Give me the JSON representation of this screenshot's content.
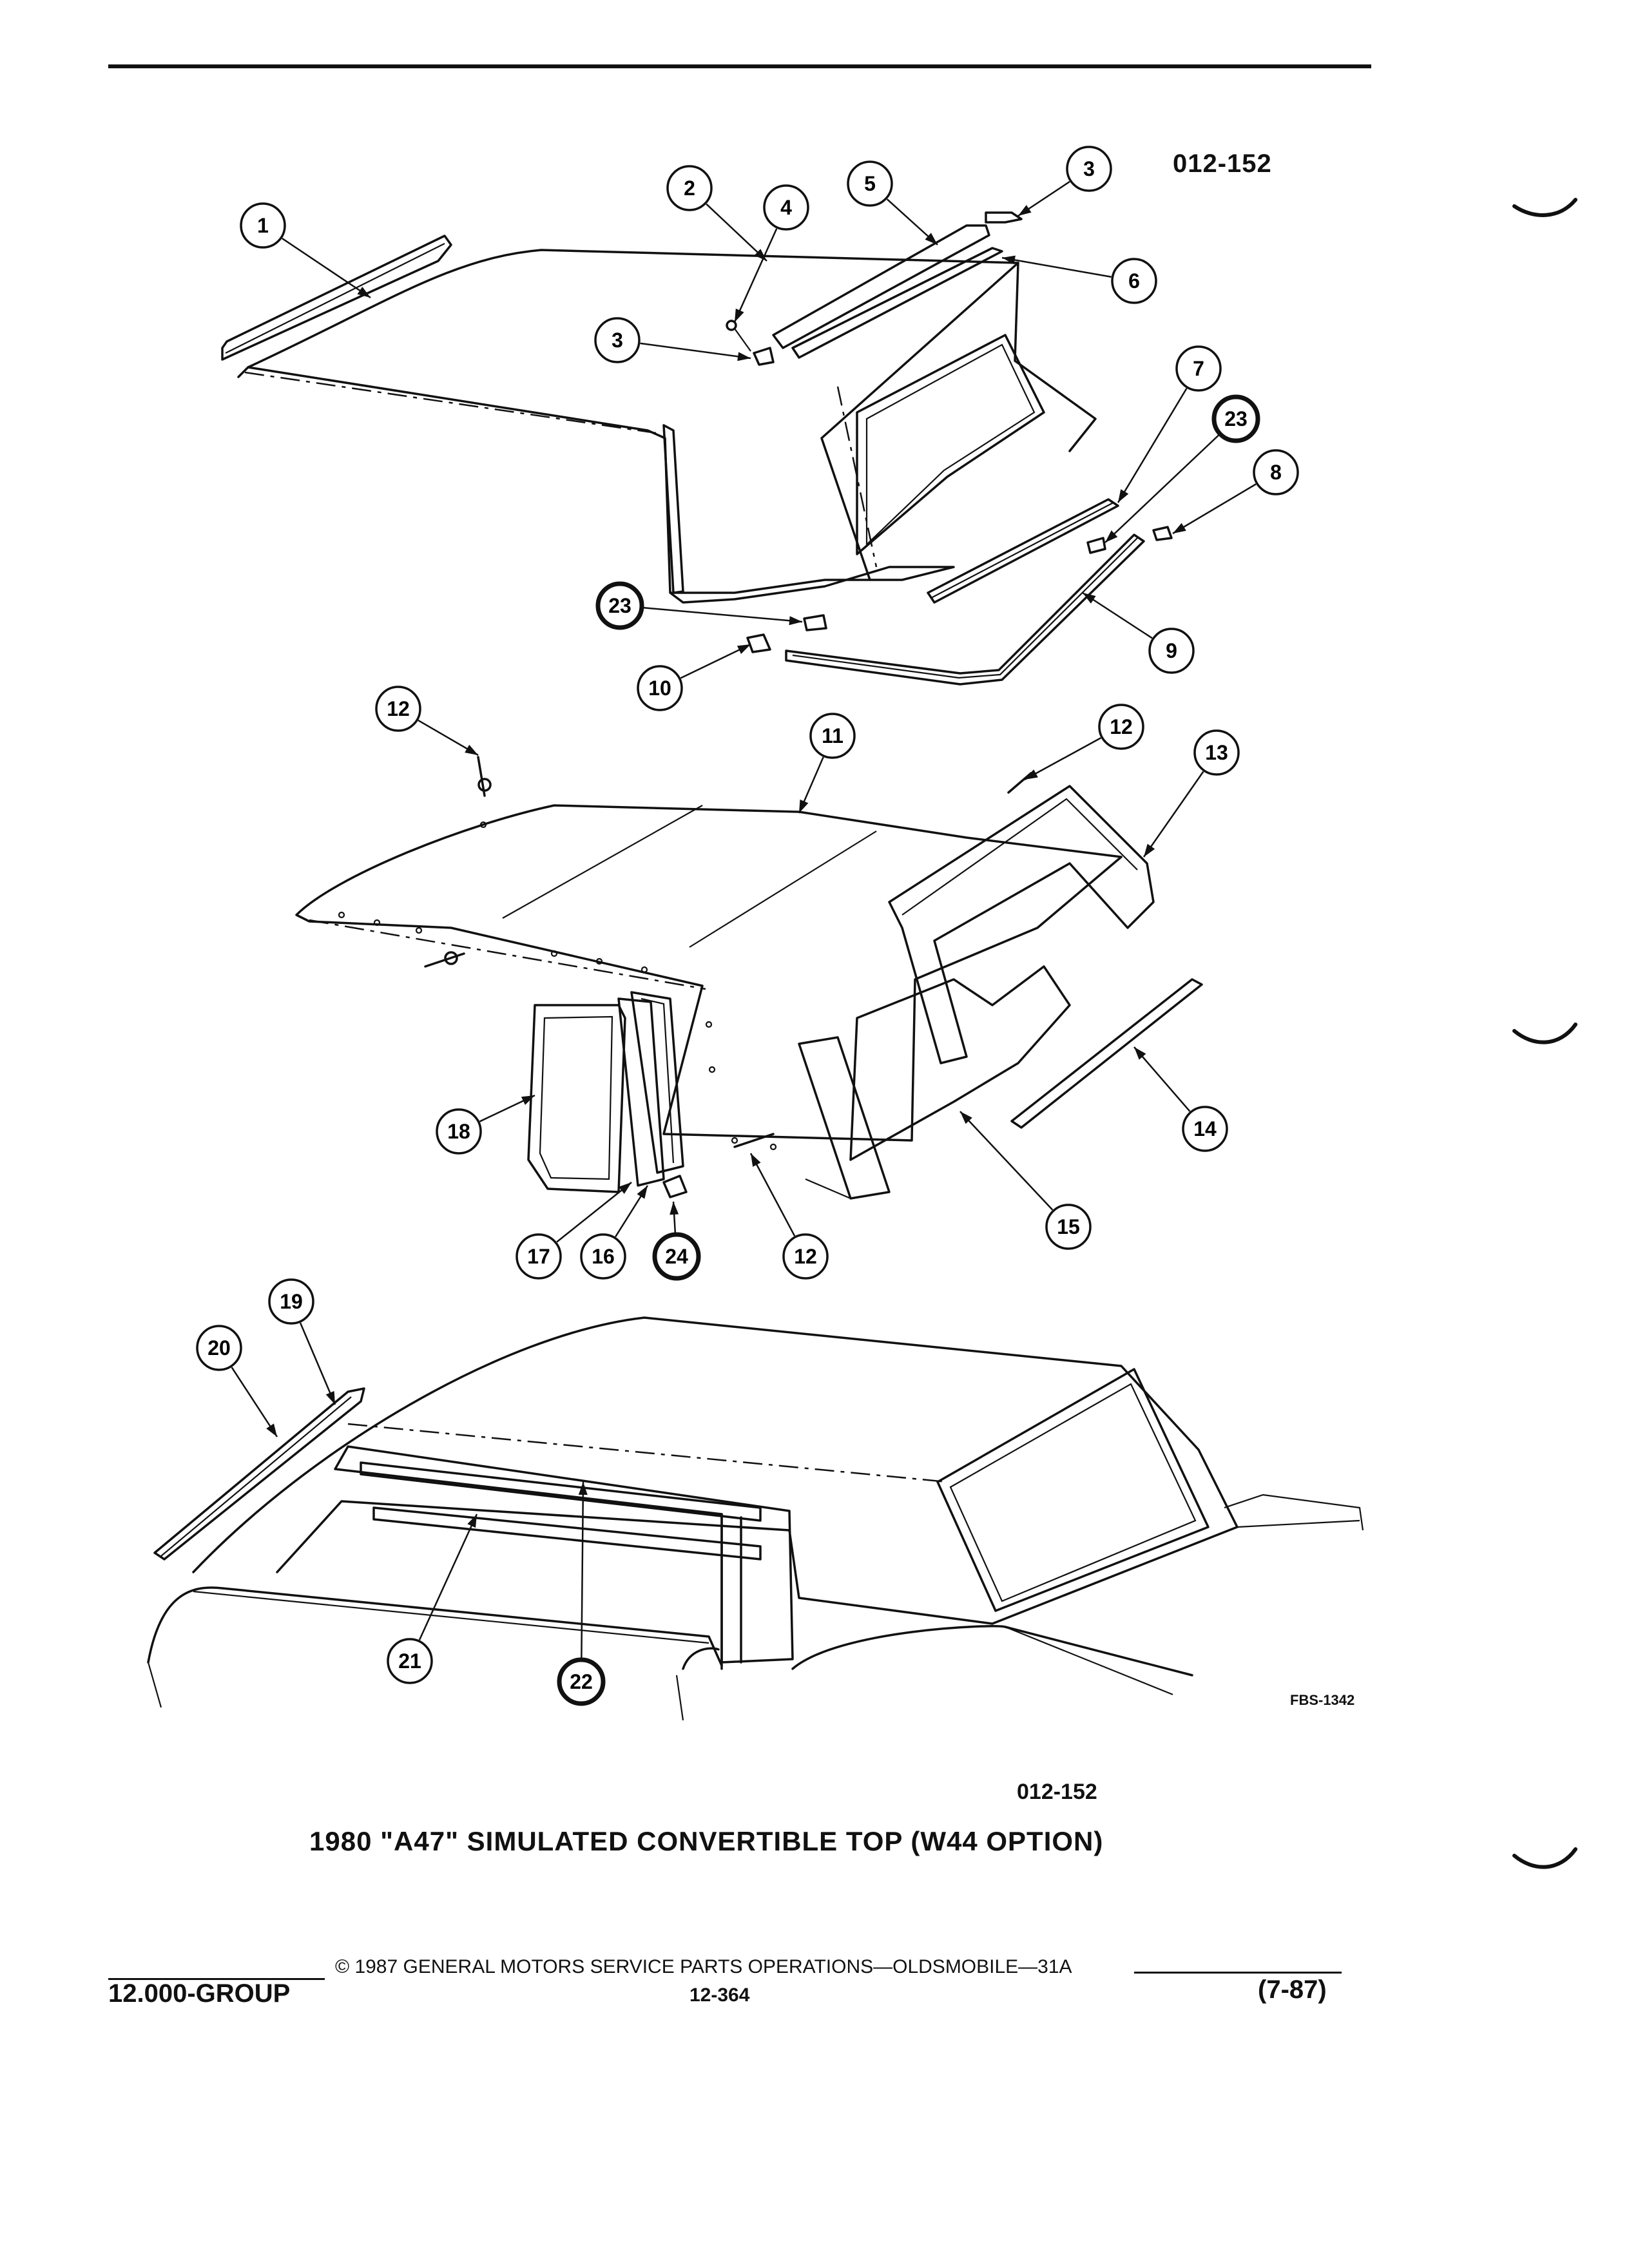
{
  "figure_id": "012-152",
  "figure_code": "FBS-1342",
  "caption": "1980 \"A47\" SIMULATED CONVERTIBLE TOP (W44 OPTION)",
  "footer": {
    "copyright": "© 1987 GENERAL MOTORS SERVICE PARTS OPERATIONS—OLDSMOBILE—31A",
    "group": "12.000-GROUP",
    "page_number": "12-364",
    "revision_date": "(7-87)"
  },
  "callouts": [
    "1",
    "2",
    "3",
    "4",
    "5",
    "3",
    "6",
    "7",
    "23",
    "8",
    "9",
    "23",
    "10",
    "12",
    "11",
    "12",
    "13",
    "14",
    "15",
    "18",
    "17",
    "16",
    "24",
    "12",
    "19",
    "20",
    "21",
    "22"
  ]
}
